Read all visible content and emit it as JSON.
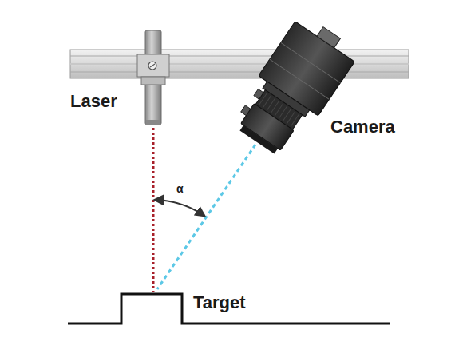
{
  "diagram": {
    "labels": [
      "Laser",
      "Camera",
      "α",
      "Target"
    ]
  }
}
